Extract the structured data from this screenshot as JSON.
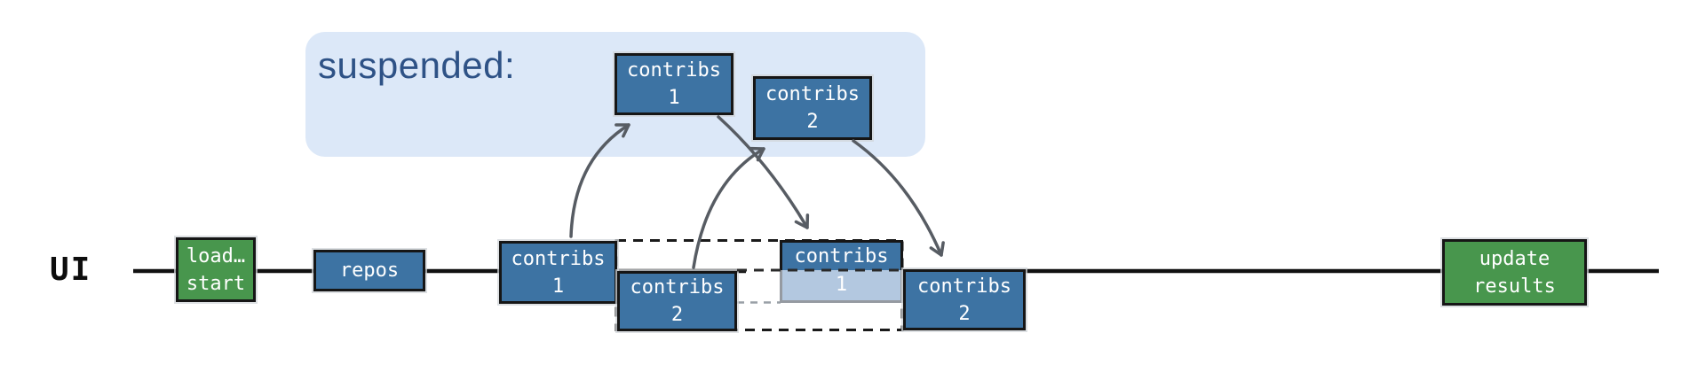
{
  "ui_label": "UI",
  "suspended_panel": {
    "label": "suspended:",
    "boxes": [
      {
        "name": "suspended-contribs-1",
        "lines": [
          "contribs",
          "1"
        ]
      },
      {
        "name": "suspended-contribs-2",
        "lines": [
          "contribs",
          "2"
        ]
      }
    ]
  },
  "timeline": {
    "boxes": [
      {
        "name": "load-start",
        "type": "green",
        "lines": [
          "load…",
          "start"
        ]
      },
      {
        "name": "repos",
        "type": "blue",
        "lines": [
          "repos"
        ]
      },
      {
        "name": "contribs-1-render",
        "type": "blue",
        "lines": [
          "contribs",
          "1"
        ]
      },
      {
        "name": "contribs-2-render",
        "type": "blue",
        "lines": [
          "contribs",
          "2"
        ]
      },
      {
        "name": "contribs-1-ghost",
        "type": "faded",
        "lines": [
          "contribs",
          "1"
        ]
      },
      {
        "name": "contribs-2-insert",
        "type": "blue",
        "lines": [
          "contribs",
          "2"
        ]
      },
      {
        "name": "update-results",
        "type": "green",
        "lines": [
          "update",
          "results"
        ]
      }
    ],
    "dashed_placeholder": "suspended-gap"
  },
  "icons": {
    "arrows": [
      "arrow-contribs1-to-suspended",
      "arrow-suspended1-to-timeline",
      "arrow-contribs2-to-suspended",
      "arrow-suspended2-to-timeline"
    ]
  },
  "colors": {
    "box_blue": "#3d73a3",
    "box_blue_faded": "#b3c8e0",
    "box_green": "#48964d",
    "panel_blue": "#dce8f8",
    "suspended_text": "#2e5286",
    "arrow_gray": "#575c63",
    "timeline_black": "#111111"
  }
}
